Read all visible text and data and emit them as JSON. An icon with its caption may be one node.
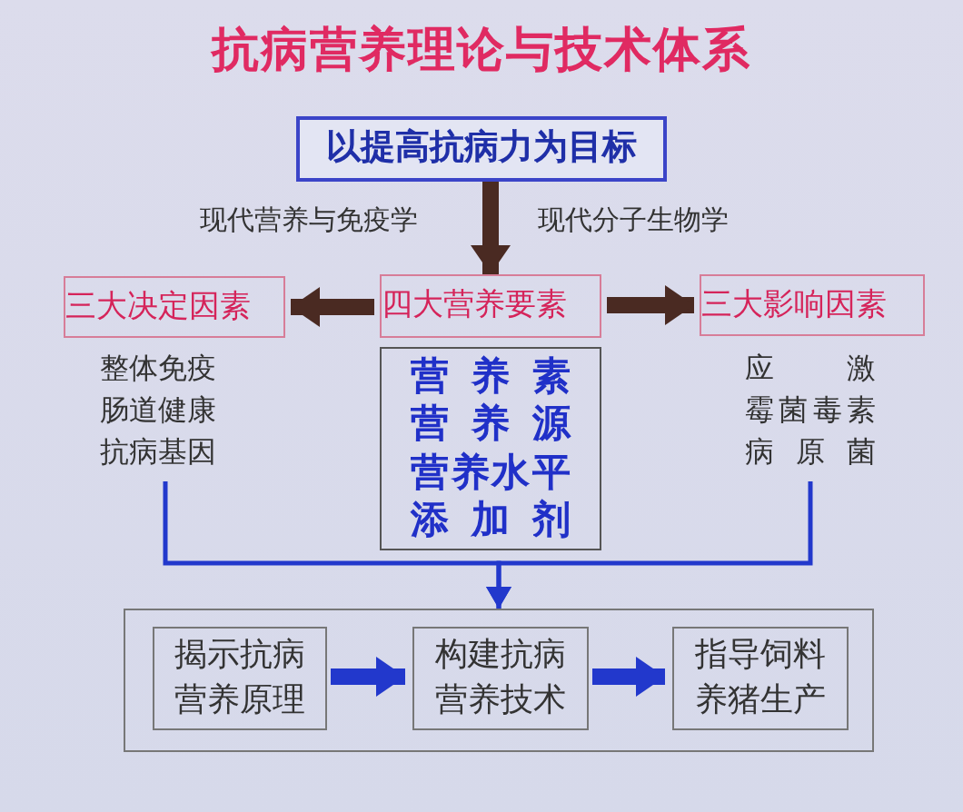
{
  "diagram": {
    "title": "抗病营养理论与技术体系",
    "nodes": [
      {
        "text": [
          "以提高抗病力为目标"
        ]
      },
      {
        "text": [
          "三大决定因素"
        ]
      },
      {
        "text": [
          "四大营养要素"
        ]
      },
      {
        "text": [
          "三大影响因素"
        ]
      },
      {
        "text": [
          "营养素",
          "营养源",
          "营养水平",
          "添加剂"
        ]
      },
      {
        "text": [
          "整体免疫",
          "肠道健康",
          "抗病基因"
        ]
      },
      {
        "text": [
          "应激",
          "霉菌毒素",
          "病原菌"
        ]
      },
      {
        "text": [],
        "shape": "box"
      },
      {
        "text": [
          "揭示抗病营养原理"
        ],
        "in": 7
      },
      {
        "text": [
          "构建抗病营养技术"
        ],
        "in": 7
      },
      {
        "text": [
          "指导饲料养猪生产"
        ],
        "in": 7
      }
    ],
    "edges": [
      {
        "from": 0,
        "to": 2,
        "arrow": "to",
        "color": "#4a2a22"
      },
      {
        "from": 2,
        "to": 1,
        "arrow": "to",
        "color": "#4a2a22"
      },
      {
        "from": 2,
        "to": 3,
        "arrow": "to",
        "color": "#4a2a22"
      },
      {
        "from": 5,
        "to": 7,
        "arrow": "to"
      },
      {
        "from": 6,
        "to": 7,
        "arrow": "to"
      },
      {
        "from": 8,
        "to": 9,
        "arrow": "to"
      },
      {
        "from": 9,
        "to": 10,
        "arrow": "to"
      }
    ],
    "labels": [
      "现代营养与免疫学",
      "现代分子生物学"
    ]
  }
}
